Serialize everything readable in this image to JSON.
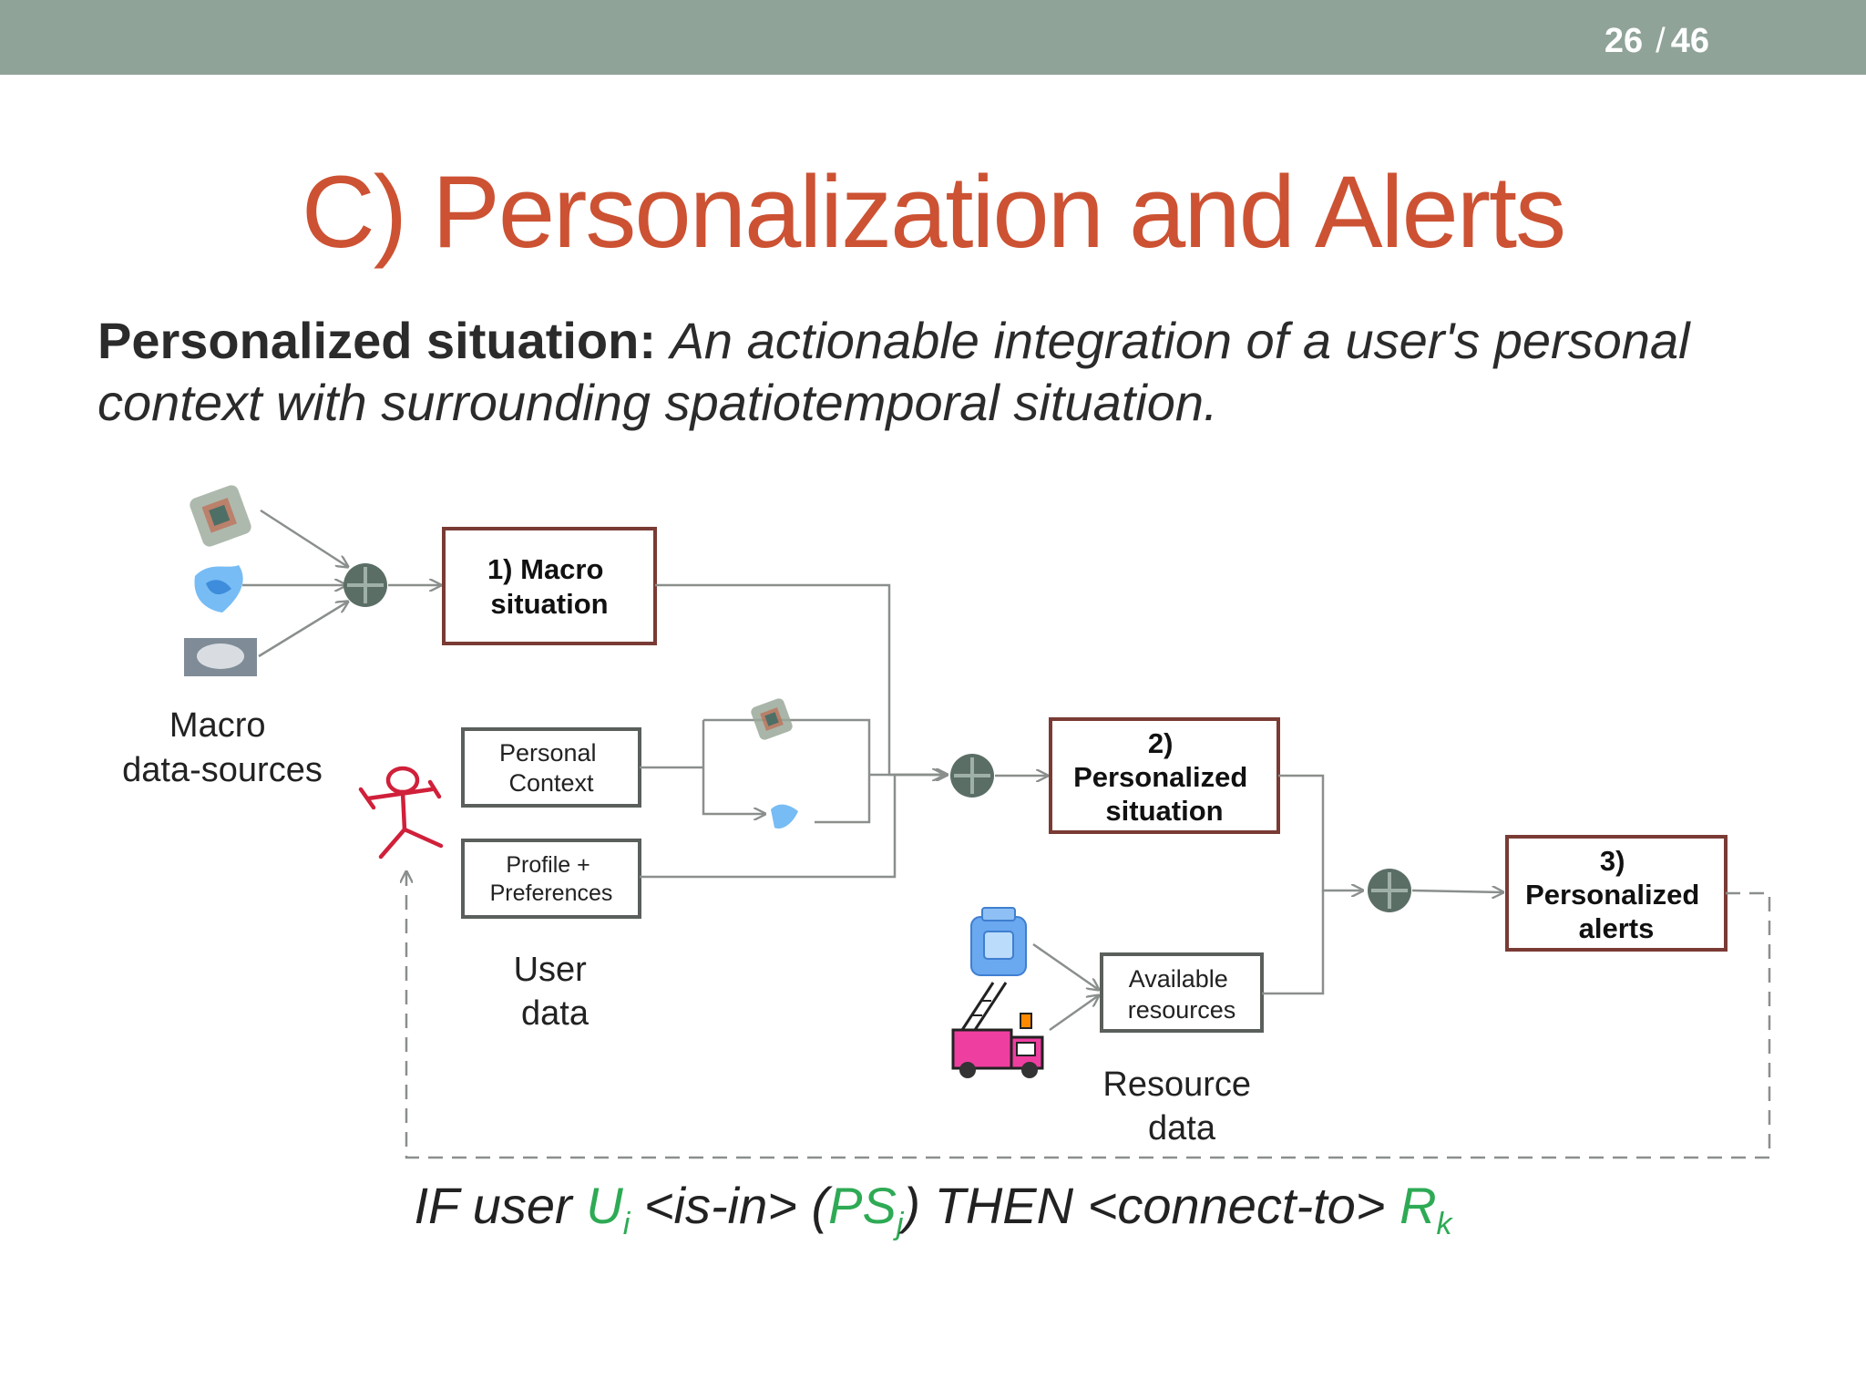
{
  "header": {
    "page_current": "26",
    "page_total": "46",
    "separator": "/"
  },
  "title": "C) Personalization and Alerts",
  "definition": {
    "term": "Personalized situation:",
    "text": "An actionable integration of a user's personal context with surrounding spatiotemporal situation."
  },
  "diagram": {
    "macro_box": [
      "1) Macro",
      "situation"
    ],
    "personalized_box": [
      "2)",
      "Personalized",
      "situation"
    ],
    "alerts_box": [
      "3)",
      "Personalized",
      "alerts"
    ],
    "personal_context": [
      "Personal",
      "Context"
    ],
    "profile_prefs": [
      "Profile +",
      "Preferences"
    ],
    "available_resources": [
      "Available",
      "resources"
    ],
    "label_macro_sources": [
      "Macro",
      "data-sources"
    ],
    "label_user_data": [
      "User",
      "data"
    ],
    "label_resource_data": [
      "Resource",
      "data"
    ]
  },
  "rule": {
    "if": "IF user ",
    "u": "U",
    "u_sub": "i",
    "is_in": " <is-in> (",
    "ps": "PS",
    "ps_sub": "j",
    "then": ") THEN <connect-to> ",
    "r": "R",
    "r_sub": "k"
  },
  "colors": {
    "header_bar": "#8fa399",
    "title": "#cc5233",
    "box_border": "#7a3b35",
    "rule_green": "#2eaa55",
    "connector": "#8a8f8c",
    "plus_node": "#5b6e66"
  }
}
